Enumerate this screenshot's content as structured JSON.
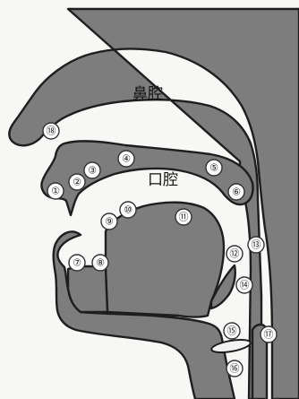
{
  "regions": {
    "nasal_cavity": "鼻腔",
    "oral_cavity": "口腔"
  },
  "markers": [
    {
      "id": "1",
      "text": "①"
    },
    {
      "id": "2",
      "text": "②"
    },
    {
      "id": "3",
      "text": "③"
    },
    {
      "id": "4",
      "text": "④"
    },
    {
      "id": "5",
      "text": "⑤"
    },
    {
      "id": "6",
      "text": "⑥"
    },
    {
      "id": "7",
      "text": "⑦"
    },
    {
      "id": "8",
      "text": "⑧"
    },
    {
      "id": "9",
      "text": "⑨"
    },
    {
      "id": "10",
      "text": "⑩"
    },
    {
      "id": "11",
      "text": "⑪"
    },
    {
      "id": "12",
      "text": "⑫"
    },
    {
      "id": "13",
      "text": "⑬"
    },
    {
      "id": "14",
      "text": "⑭"
    },
    {
      "id": "15",
      "text": "⑮"
    },
    {
      "id": "16",
      "text": "⑯"
    },
    {
      "id": "17",
      "text": "⑰"
    },
    {
      "id": "18",
      "text": "⑱"
    }
  ]
}
